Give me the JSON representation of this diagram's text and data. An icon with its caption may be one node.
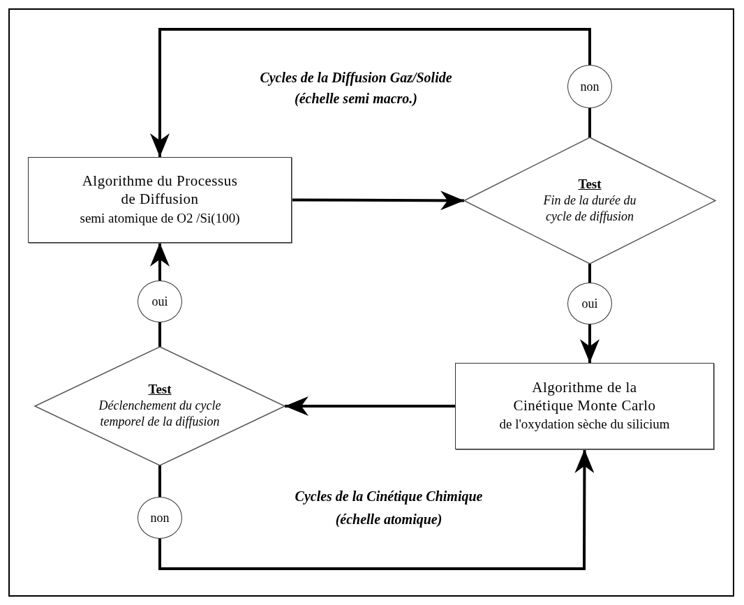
{
  "diagram": {
    "nodes": [
      {
        "text": [
          "Algorithme du Processus de Diffusion",
          "semi atomique de O2 /Si(100)"
        ]
      },
      {
        "text": [
          "Test",
          "Fin de la durée du cycle de diffusion"
        ]
      },
      {
        "text": [
          "non"
        ]
      },
      {
        "text": [
          "oui"
        ]
      },
      {
        "text": [
          "Algorithme de la Cinétique Monte Carlo",
          "de l'oxydation sèche du silicium"
        ]
      },
      {
        "text": [
          "Test",
          "Déclenchement du cycle temporel de la diffusion"
        ]
      },
      {
        "text": [
          "oui"
        ]
      },
      {
        "text": [
          "non"
        ]
      }
    ],
    "edges": [
      {
        "from": 0,
        "to": 1,
        "arrow": "to"
      },
      {
        "from": 1,
        "to": 2,
        "arrow": "none"
      },
      {
        "from": 2,
        "to": 0,
        "arrow": "to"
      },
      {
        "from": 1,
        "to": 3,
        "arrow": "none"
      },
      {
        "from": 3,
        "to": 4,
        "arrow": "to"
      },
      {
        "from": 4,
        "to": 5,
        "arrow": "to"
      },
      {
        "from": 5,
        "to": 6,
        "arrow": "none"
      },
      {
        "from": 6,
        "to": 0,
        "arrow": "to"
      },
      {
        "from": 5,
        "to": 7,
        "arrow": "none"
      },
      {
        "from": 7,
        "to": 4,
        "arrow": "to"
      }
    ],
    "labels": [
      "Cycles de la Diffusion Gaz/Solide",
      "(échelle semi macro.)",
      "Cycles de la Cinétique Chimique",
      "(échelle atomique)"
    ]
  }
}
